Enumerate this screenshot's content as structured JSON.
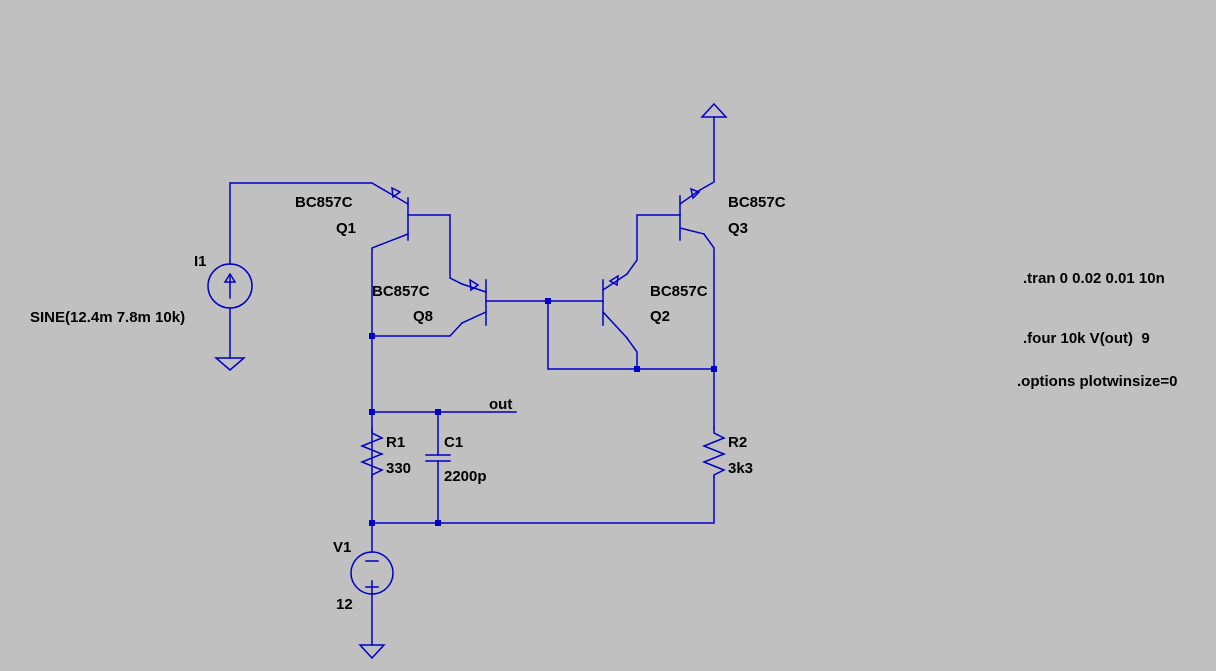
{
  "colors": {
    "background": "#c0c0c0",
    "wire": "#0000c8",
    "text": "#000000"
  },
  "components": {
    "q1": {
      "model": "BC857C",
      "ref": "Q1"
    },
    "q8": {
      "model": "BC857C",
      "ref": "Q8"
    },
    "q2": {
      "model": "BC857C",
      "ref": "Q2"
    },
    "q3": {
      "model": "BC857C",
      "ref": "Q3"
    },
    "i1": {
      "ref": "I1",
      "value": "SINE(12.4m 7.8m 10k)"
    },
    "r1": {
      "ref": "R1",
      "value": "330"
    },
    "c1": {
      "ref": "C1",
      "value": "2200p"
    },
    "r2": {
      "ref": "R2",
      "value": "3k3"
    },
    "v1": {
      "ref": "V1",
      "value": "12"
    }
  },
  "nets": {
    "out": "out"
  },
  "directives": [
    ".tran 0 0.02 0.01 10n",
    ".four 10k V(out)  9",
    ".options plotwinsize=0"
  ],
  "icons": {
    "ground": "ground-icon",
    "supply": "supply-arrow-icon"
  }
}
